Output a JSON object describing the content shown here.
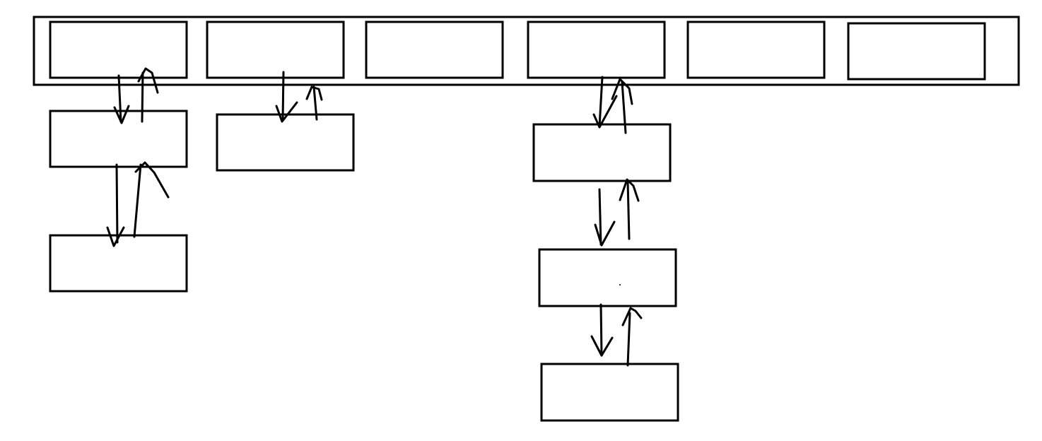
{
  "colors": {
    "background": "#ffffff",
    "ink": "#000000"
  },
  "diagram": {
    "tab_count": 6,
    "submenus": [
      {
        "under_tab": 1,
        "levels": 2
      },
      {
        "under_tab": 2,
        "levels": 1
      },
      {
        "under_tab": 4,
        "levels": 3
      }
    ],
    "connector": "two-way-arrow"
  }
}
